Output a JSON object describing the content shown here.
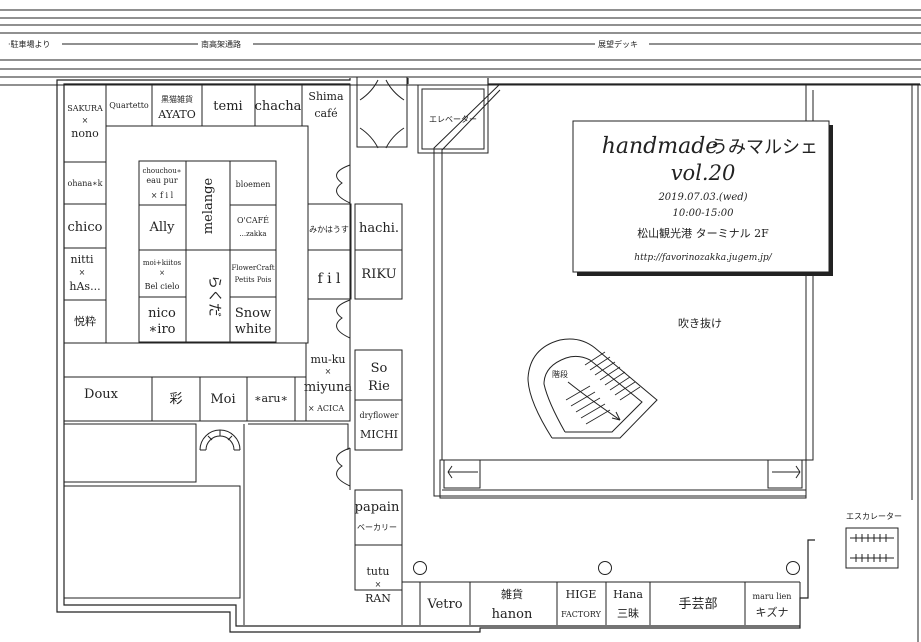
{
  "corridor": {
    "parking": "·駐車場より",
    "bridge": "南高架通路",
    "deck": "展望デッキ"
  },
  "booths": {
    "sakura": "SAKURA",
    "sakura_x": "×",
    "sakura_2": "nono",
    "quartetto": "Quartetto",
    "kuroneko_1": "黒猫雑貨",
    "kuroneko_2": "AYATO",
    "temi": "temi",
    "chacha": "chacha",
    "shima_1": "Shima",
    "shima_2": "café",
    "ohana": "ohana∗k",
    "chico": "chico",
    "nitti_1": "nitti",
    "nitti_x": "×",
    "nitti_2": "hAs...",
    "etsusui": "悦粋",
    "chouchou_1": "chouchou∗",
    "chouchou_2": "eau pur",
    "chouchou_3": "× f i l",
    "ally": "Ally",
    "melange": "melange",
    "bloemen": "bloemen",
    "ocafe_1": "O'CAFÉ",
    "ocafe_2": "...zakka",
    "moi_1": "moi+kiitos",
    "moi_x": "×",
    "moi_2": "Bel cielo",
    "rakuda": "らくだ",
    "flower_1": "FlowerCraft",
    "flower_2": "Petits Pois",
    "nico_1": "nico",
    "nico_2": "∗iro",
    "snow_1": "Snow",
    "snow_2": "white",
    "mikahausu": "みかはうす",
    "fil": "f i l",
    "hachi": "hachi.",
    "riku": "RIKU",
    "doux": "Doux",
    "aya": "彩",
    "moi": "Moi",
    "aru": "∗aru∗",
    "muku_1": "mu-ku",
    "muku_x": "×",
    "muku_2": "miyuna",
    "muku_3": "× ACICA",
    "sorie_1": "So",
    "sorie_2": "Rie",
    "michi_1": "dryflower",
    "michi_2": "MICHI",
    "papain_1": "papain",
    "papain_2": "ベーカリー",
    "tutu_1": "tutu",
    "tutu_x": "×",
    "tutu_2": "RAN",
    "vetro": "Vetro",
    "hanon_1": "雑貨",
    "hanon_2": "hanon",
    "hige_1": "HIGE",
    "hige_2": "FACTORY",
    "hana_1": "Hana",
    "hana_2": "三昧",
    "shugeibu": "手芸部",
    "maru_1": "maru lien",
    "maru_2": "キズナ"
  },
  "facilities": {
    "elevator": "エレベーター",
    "atrium": "吹き抜け",
    "stairs": "階段",
    "escalator": "エスカレーター"
  },
  "event": {
    "title_en": "handmade",
    "title_jp": "うみマルシェ",
    "vol": "vol.20",
    "date": "2019.07.03.(wed)",
    "time": "10:00-15:00",
    "venue": "松山観光港 ターミナル 2F",
    "url": "http://favorinozakka.jugem.jp/"
  }
}
